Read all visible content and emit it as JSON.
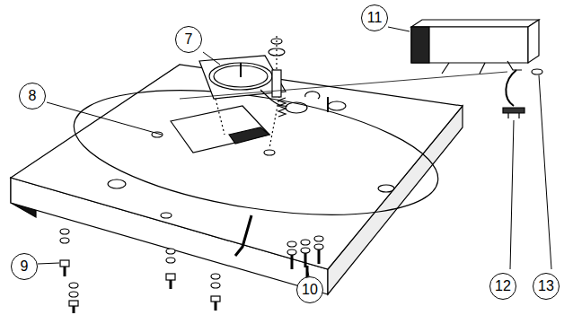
{
  "diagram": {
    "labels": [
      "7",
      "8",
      "9",
      "10",
      "11",
      "12",
      "13"
    ]
  }
}
